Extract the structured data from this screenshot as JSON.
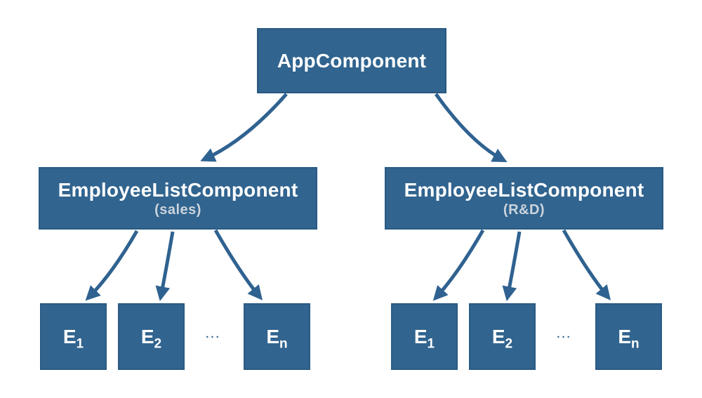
{
  "colors": {
    "background": "#ffffff",
    "node_fill": "#31648f",
    "node_border": "#2a5a83",
    "arrow": "#2f6290",
    "label": "#ffffff",
    "sublabel": "#ccd4dc"
  },
  "nodes": {
    "app": {
      "label": "AppComponent"
    },
    "employee_list_sales": {
      "label": "EmployeeListComponent",
      "sublabel": "(sales)"
    },
    "employee_list_rd": {
      "label": "EmployeeListComponent",
      "sublabel": "(R&D)"
    },
    "sales_employees": [
      {
        "base": "E",
        "sub": "1"
      },
      {
        "base": "E",
        "sub": "2"
      },
      {
        "base": "E",
        "sub": "n"
      }
    ],
    "rd_employees": [
      {
        "base": "E",
        "sub": "1"
      },
      {
        "base": "E",
        "sub": "2"
      },
      {
        "base": "E",
        "sub": "n"
      }
    ],
    "sales_ellipsis": "...",
    "rd_ellipsis": "..."
  },
  "edges": [
    {
      "from": "app",
      "to": "employee-list-sales"
    },
    {
      "from": "app",
      "to": "employee-list-rd"
    },
    {
      "from": "employee-list-sales",
      "to": "sales-e1"
    },
    {
      "from": "employee-list-sales",
      "to": "sales-e2"
    },
    {
      "from": "employee-list-sales",
      "to": "sales-en"
    },
    {
      "from": "employee-list-rd",
      "to": "rd-e1"
    },
    {
      "from": "employee-list-rd",
      "to": "rd-e2"
    },
    {
      "from": "employee-list-rd",
      "to": "rd-en"
    }
  ]
}
